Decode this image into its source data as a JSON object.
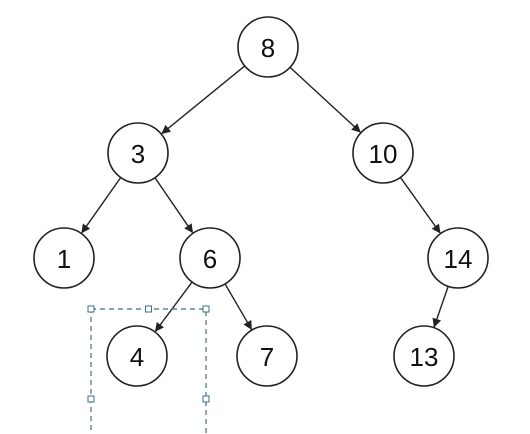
{
  "diagram": {
    "type": "binary-search-tree",
    "colors": {
      "node_stroke": "#222222",
      "edge": "#222222",
      "selection": "#3c6e8a"
    },
    "nodes": [
      {
        "id": "n8",
        "label": "8"
      },
      {
        "id": "n3",
        "label": "3"
      },
      {
        "id": "n10",
        "label": "10"
      },
      {
        "id": "n1",
        "label": "1"
      },
      {
        "id": "n6",
        "label": "6"
      },
      {
        "id": "n14",
        "label": "14"
      },
      {
        "id": "n4",
        "label": "4"
      },
      {
        "id": "n7",
        "label": "7"
      },
      {
        "id": "n13",
        "label": "13"
      }
    ],
    "edges": [
      {
        "from": "n8",
        "to": "n3"
      },
      {
        "from": "n8",
        "to": "n10"
      },
      {
        "from": "n3",
        "to": "n1"
      },
      {
        "from": "n3",
        "to": "n6"
      },
      {
        "from": "n10",
        "to": "n14"
      },
      {
        "from": "n6",
        "to": "n4"
      },
      {
        "from": "n6",
        "to": "n7"
      },
      {
        "from": "n14",
        "to": "n13"
      }
    ],
    "selected_node": "n4"
  }
}
